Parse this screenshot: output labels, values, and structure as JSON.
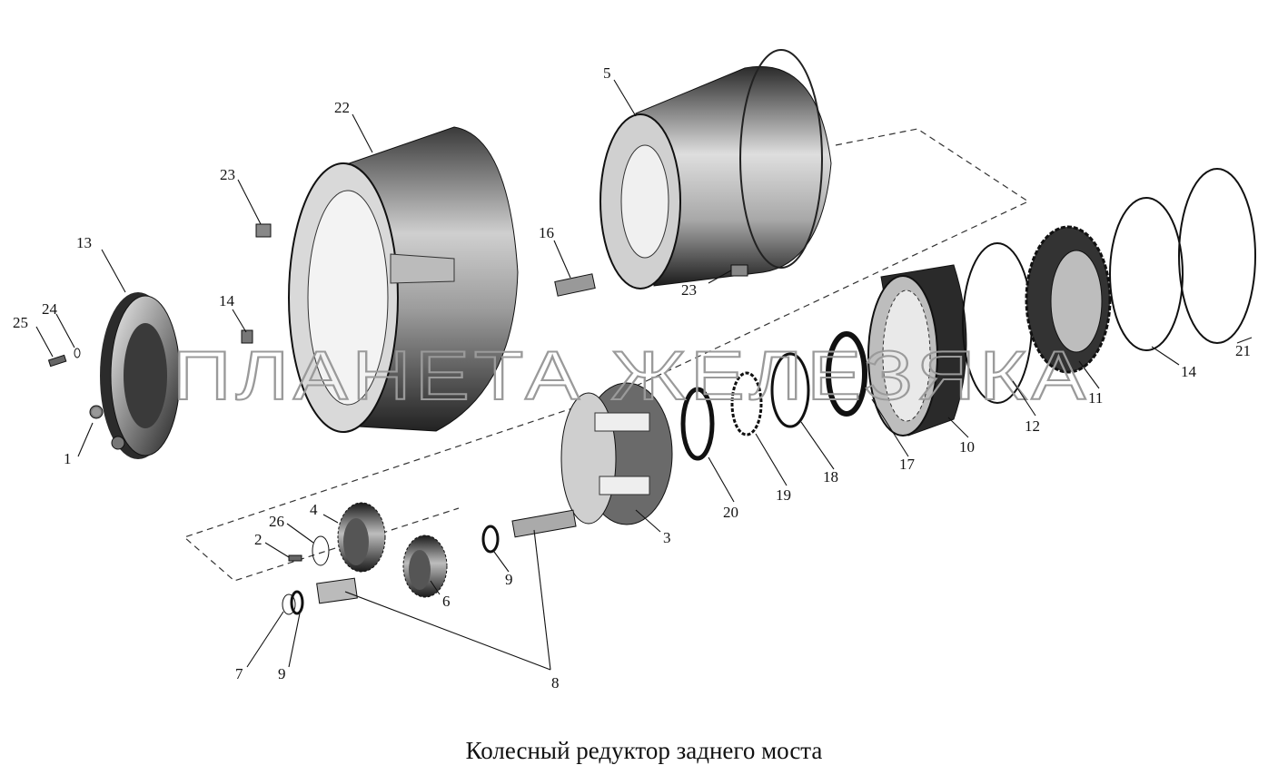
{
  "caption": "Колесный редуктор заднего моста",
  "watermark": "ПЛАНЕТА ЖЕЛЕЗЯКА",
  "parts": [
    "1",
    "2",
    "3",
    "4",
    "5",
    "6",
    "7",
    "8",
    "9",
    "10",
    "11",
    "12",
    "13",
    "14",
    "16",
    "17",
    "18",
    "19",
    "20",
    "21",
    "22",
    "23",
    "24",
    "25",
    "26"
  ],
  "labels": {
    "n1": "1",
    "n2": "2",
    "n3": "3",
    "n4": "4",
    "n5": "5",
    "n6": "6",
    "n7": "7",
    "n8": "8",
    "n9a": "9",
    "n9b": "9",
    "n10": "10",
    "n11": "11",
    "n12": "12",
    "n13": "13",
    "n14a": "14",
    "n14b": "14",
    "n16": "16",
    "n17": "17",
    "n18": "18",
    "n19": "19",
    "n20": "20",
    "n21": "21",
    "n22": "22",
    "n23a": "23",
    "n23b": "23",
    "n24": "24",
    "n25": "25",
    "n26": "26"
  }
}
